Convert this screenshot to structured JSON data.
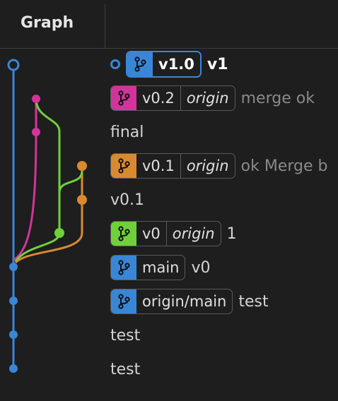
{
  "header": {
    "title": "Graph"
  },
  "colors": {
    "blue": "#3a86d6",
    "magenta": "#d1349a",
    "green": "#6fd13a",
    "orange": "#d98a2f"
  },
  "rows": [
    {
      "type": "head-tag",
      "tag": "v1.0",
      "icon": "git-branch-icon",
      "color": "#3a86d6",
      "message": "v1"
    },
    {
      "type": "tag",
      "tag": "v0.2",
      "remote": "origin",
      "icon": "git-branch-icon",
      "color": "#d1349a",
      "message": "merge ok"
    },
    {
      "type": "plain",
      "message": "final"
    },
    {
      "type": "tag",
      "tag": "v0.1",
      "remote": "origin",
      "icon": "git-branch-icon",
      "color": "#d98a2f",
      "message": "ok Merge b"
    },
    {
      "type": "plain",
      "message": "v0.1"
    },
    {
      "type": "tag",
      "tag": "v0",
      "remote": "origin",
      "icon": "git-branch-icon",
      "color": "#6fd13a",
      "message": "1"
    },
    {
      "type": "branch",
      "tag": "main",
      "icon": "git-branch-icon",
      "color": "#3a86d6",
      "message": "v0"
    },
    {
      "type": "branch",
      "tag": "origin/main",
      "icon": "git-branch-icon",
      "color": "#3a86d6",
      "message": "test"
    },
    {
      "type": "plain",
      "message": "test"
    },
    {
      "type": "plain",
      "message": "test"
    }
  ]
}
